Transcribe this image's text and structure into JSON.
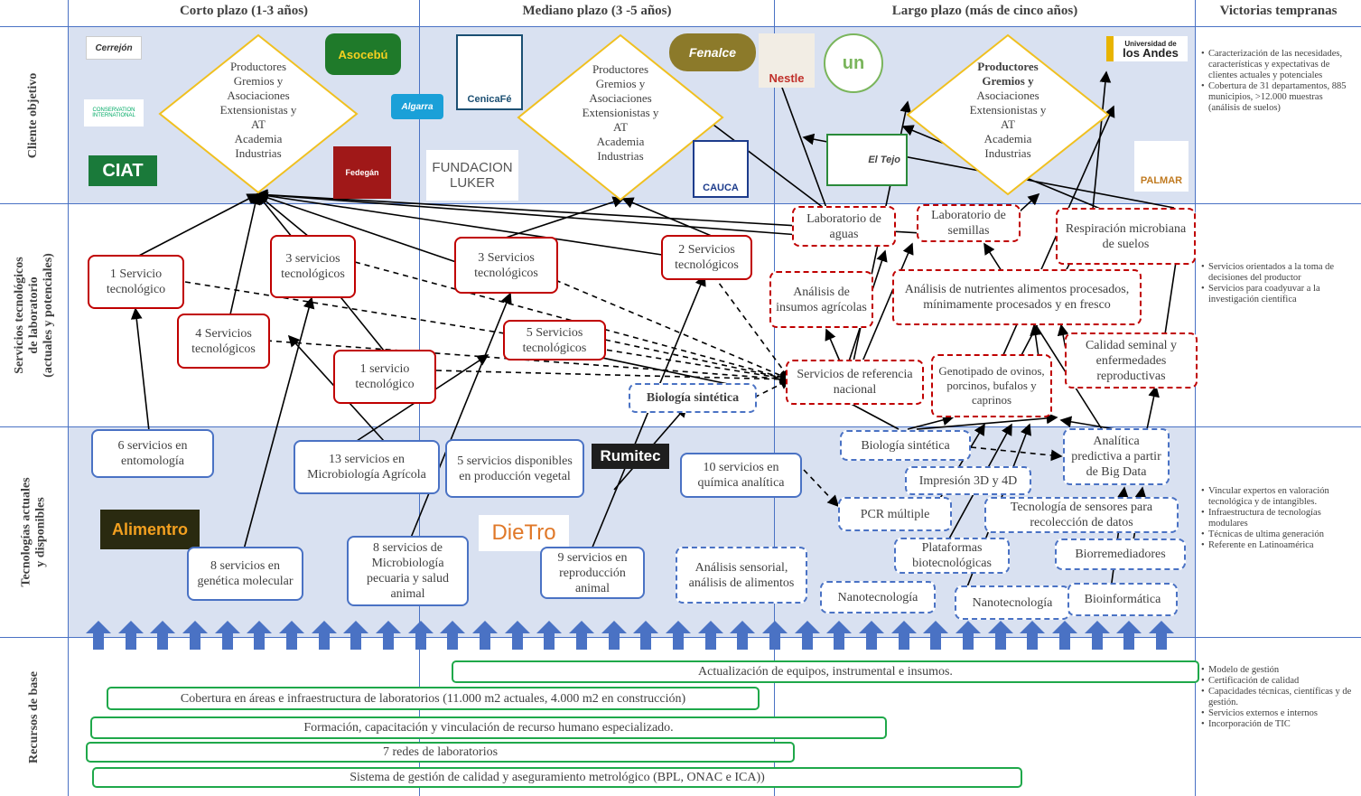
{
  "columns": {
    "short": "Corto plazo (1-3 años)",
    "medium": "Mediano plazo (3 -5 años)",
    "long": "Largo plazo (más de cinco años)",
    "wins": "Victorias tempranas"
  },
  "rows": {
    "client": "Cliente objetivo",
    "services_line1": "Servicios tecnológicos",
    "services_line2": "de laboratorio",
    "services_line3": "(actuales y potenciales)",
    "tech_line1": "Tecnologías actuales",
    "tech_line2": "y disponibles",
    "base": "Recursos de base"
  },
  "diamonds": {
    "d1": [
      "Productores",
      "Gremios y",
      "Asociaciones",
      "Extensionistas y",
      "AT",
      "Academia",
      "Industrias"
    ],
    "d2": [
      "Productores",
      "Gremios y",
      "Asociaciones",
      "Extensionistas y",
      "AT",
      "Academia",
      "Industrias"
    ],
    "d3_bold": [
      "Productores",
      "Gremios y"
    ],
    "d3": [
      "Asociaciones",
      "Extensionistas y",
      "AT",
      "Academia",
      "Industrias"
    ]
  },
  "logos": {
    "cerrejon": "Cerrejón",
    "asocebu": "Asocebú",
    "conservation": "CONSERVATION INTERNATIONAL",
    "algarra": "Algarra",
    "ciat": "CIAT",
    "fedegan": "Fedegán",
    "cenicafe": "CenicaFé",
    "luker": "FUNDACION LUKER",
    "fenalce": "Fenalce",
    "nestle": "Nestle",
    "un": "un",
    "cauca": "CAUCA",
    "eltejo": "El Tejo",
    "andes1": "Universidad de",
    "andes2": "los Andes",
    "palmar": "PALMAR",
    "rumitec": "Rumitec",
    "alimentro": "Alimentro",
    "dietro": "DieTro"
  },
  "services": {
    "s1": "1 Servicio tecnológico",
    "s3a": "3 servicios tecnológicos",
    "s4": "4 Servicios tecnológicos",
    "s1b": "1 servicio tecnológico",
    "s3b": "3 Servicios tecnológicos",
    "s5": "5 Servicios tecnológicos",
    "s2": "2 Servicios tecnológicos",
    "bio": "Biología sintética",
    "lab_aguas": "Laboratorio de aguas",
    "lab_semillas": "Laboratorio de semillas",
    "respiracion": "Respiración microbiana de suelos",
    "insumos": "Análisis de insumos agrícolas",
    "nutrientes": "Análisis de nutrientes alimentos procesados, mínimamente procesados y en fresco",
    "referencia": "Servicios de referencia nacional",
    "genotipado": "Genotipado de ovinos, porcinos, bufalos y caprinos",
    "seminal": "Calidad seminal y enfermedades reproductivas"
  },
  "tech": {
    "entomologia": "6 servicios en entomología",
    "microagricola": "13 servicios en Microbiología Agrícola",
    "vegetal": "5 servicios disponibles en producción vegetal",
    "quimica": "10 servicios en química analítica",
    "genetica": "8 servicios en genética molecular",
    "micropecuaria": "8 servicios de Microbiología pecuaria y salud animal",
    "reproduccion": "9 servicios en reproducción animal",
    "sensorial": "Análisis sensorial, análisis de alimentos",
    "bio2": "Biología sintética",
    "analitica": "Analítica predictiva a partir de Big Data",
    "impresion": "Impresión 3D y 4D",
    "pcr": "PCR múltiple",
    "sensores": "Tecnología de sensores para recolección de datos",
    "plataformas": "Plataformas biotecnológicas",
    "biorremediadores": "Biorremediadores",
    "nano1": "Nanotecnología",
    "nano2": "Nanotecnología",
    "bioinformatica": "Bioinformática"
  },
  "base": {
    "equipos": "Actualización de equipos, instrumental e insumos.",
    "cobertura": "Cobertura en áreas e infraestructura de laboratorios (11.000 m2 actuales, 4.000 m2 en construcción)",
    "formacion": "Formación, capacitación y vinculación de recurso humano especializado.",
    "redes": "7 redes de laboratorios",
    "sistema": "Sistema de gestión de calidad y aseguramiento metrológico (BPL, ONAC e ICA))"
  },
  "wins": {
    "client": [
      "Caracterización de las necesidades, características y expectativas de clientes actuales y potenciales",
      "Cobertura de 31 departamentos, 885 municipios, >12.000 muestras (análisis de suelos)"
    ],
    "services": [
      "Servicios orientados a la toma de decisiones del productor",
      "Servicios para coadyuvar a la investigación científica"
    ],
    "tech": [
      "Vincular expertos en valoración tecnológica y de intangibles.",
      "Infraestructura de tecnologías modulares",
      "Técnicas de ultima generación",
      "Referente en Latinoamérica"
    ],
    "base": [
      "Modelo de gestión",
      "Certificación de calidad",
      "Capacidades técnicas, científicas y de gestión.",
      "Servicios externos e internos",
      "Incorporación de TIC"
    ]
  },
  "colors": {
    "band": "#d9e1f1",
    "red": "#c00000",
    "blue": "#4a72c4",
    "green": "#1fa84a",
    "diamond": "#f0c020",
    "arrow": "#4a72c4"
  }
}
